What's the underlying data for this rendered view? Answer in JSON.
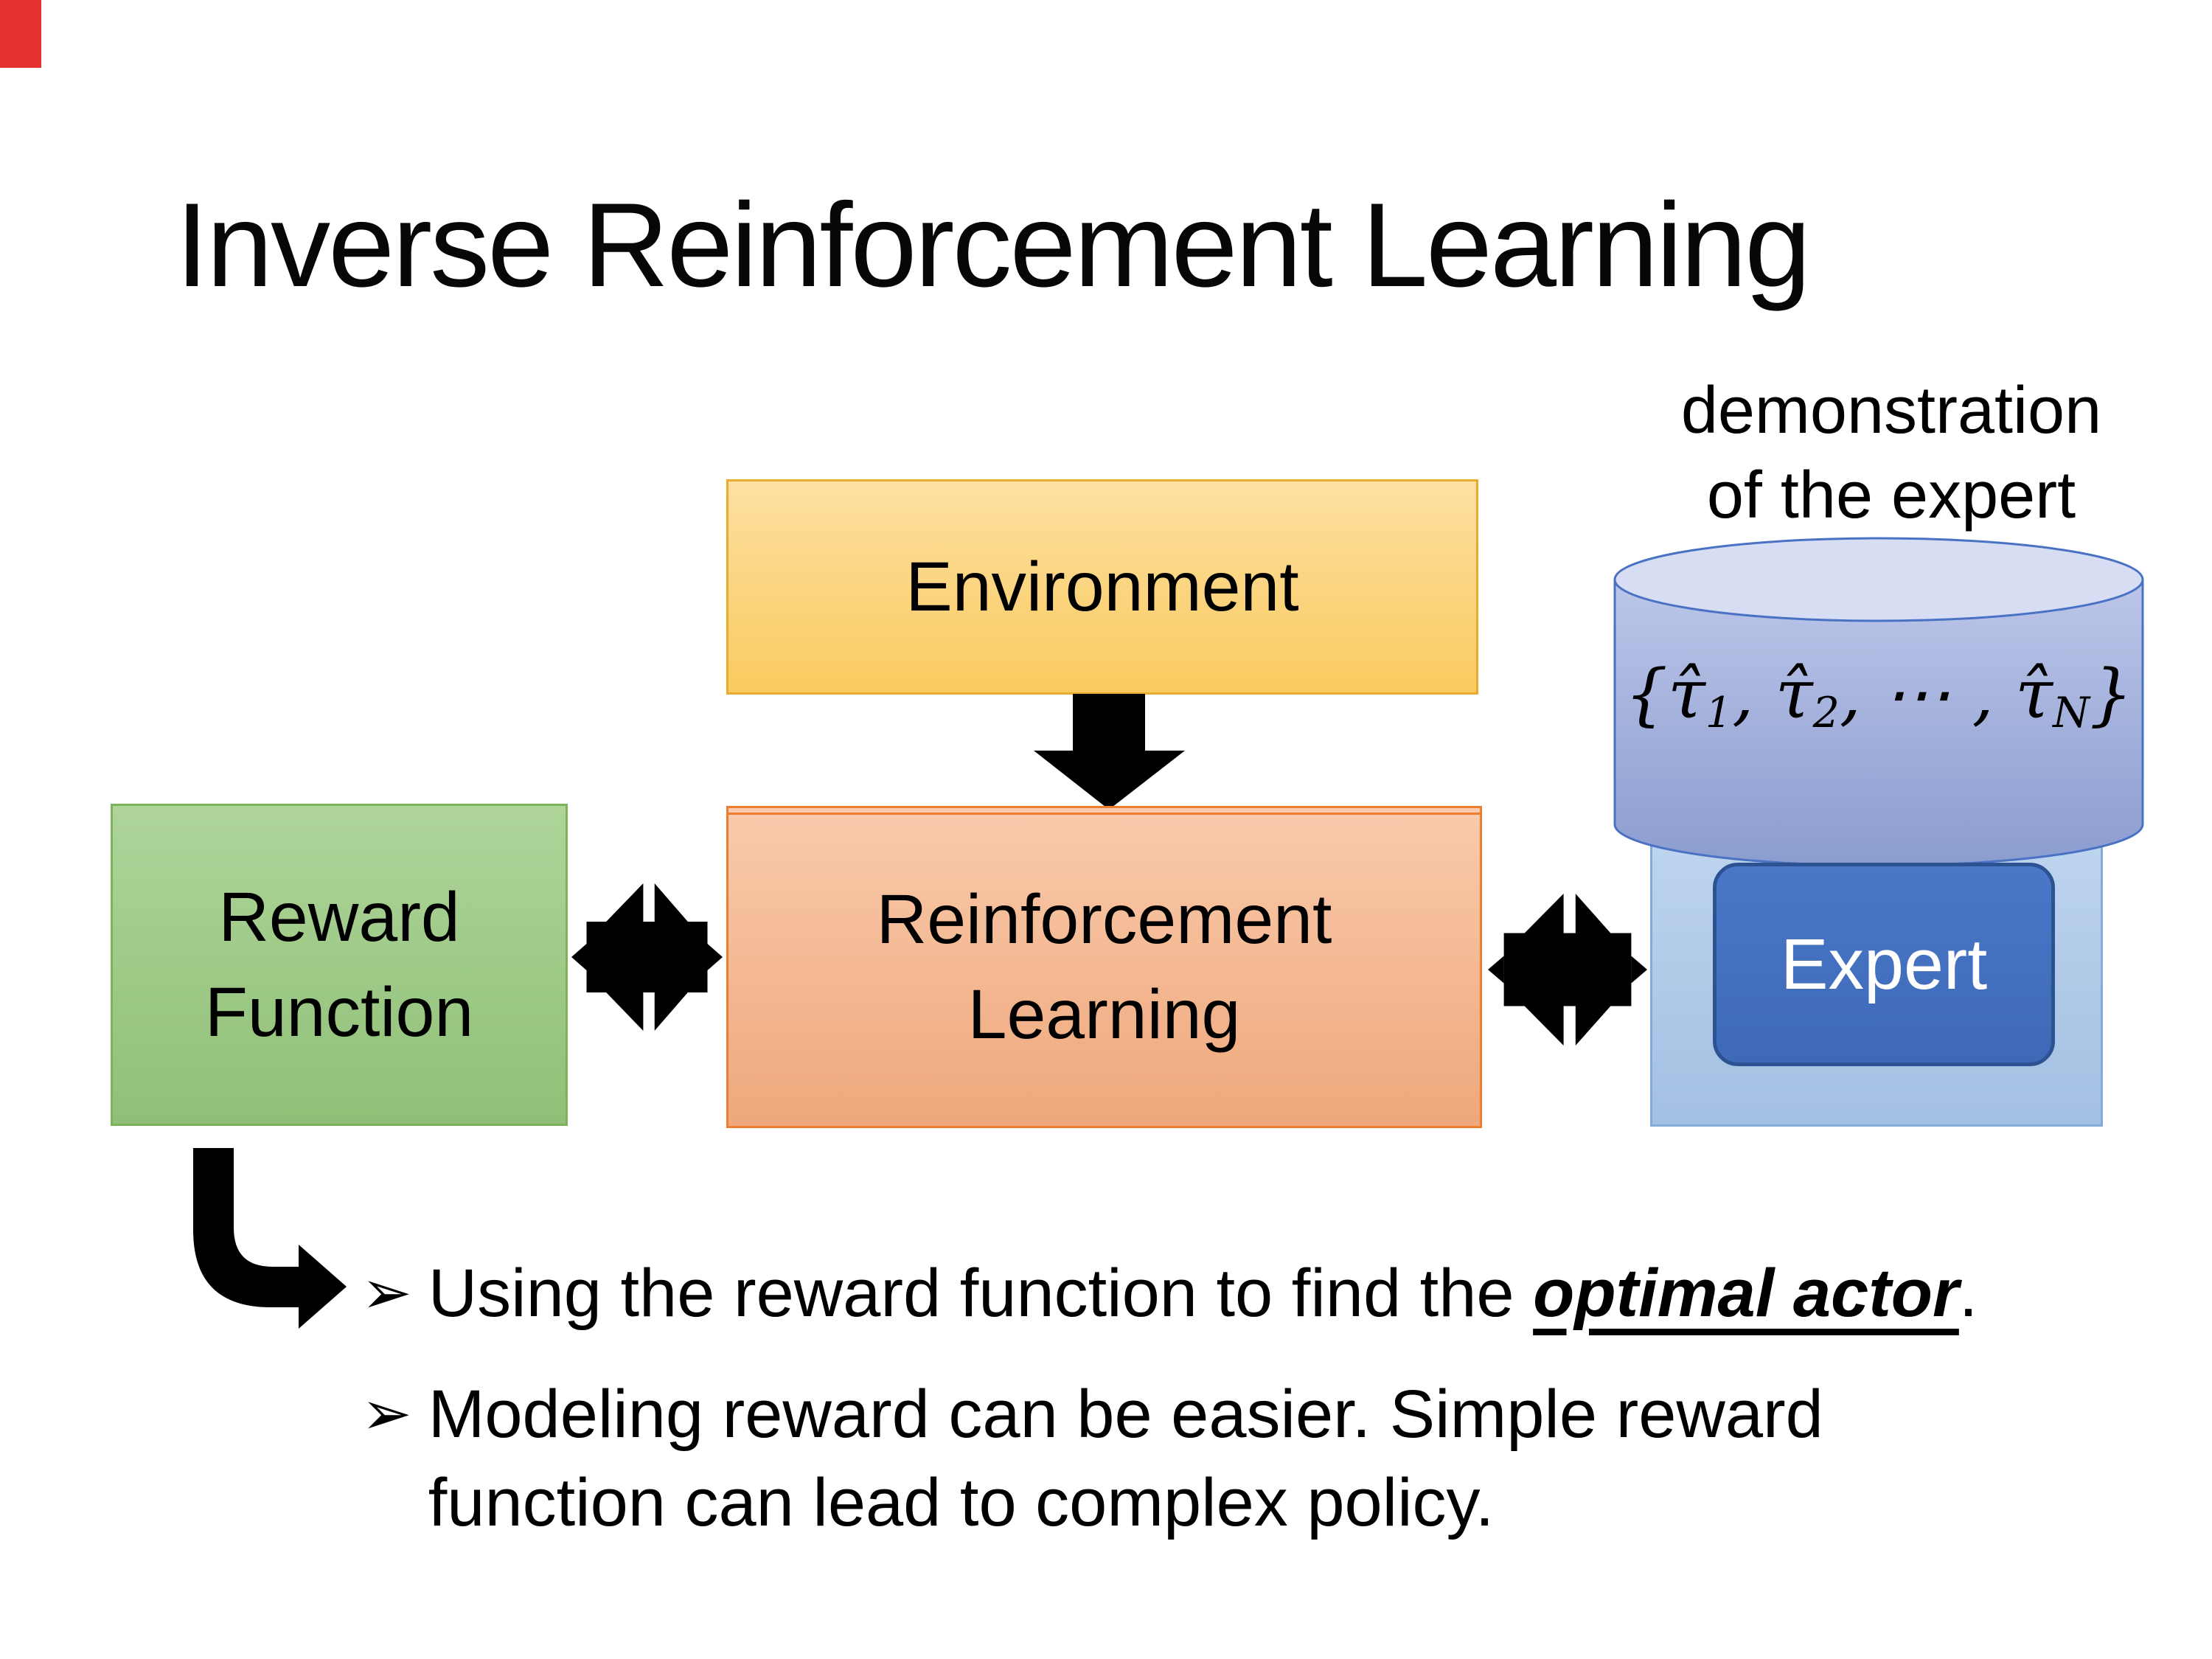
{
  "slide": {
    "title": "Inverse Reinforcement Learning",
    "demo_label": {
      "line1": "demonstration",
      "line2": "of the expert"
    },
    "boxes": {
      "environment": "Environment",
      "reward": {
        "line1": "Reward",
        "line2": "Function"
      },
      "rl": {
        "line1": "Reinforcement",
        "line2": "Learning"
      },
      "expert": "Expert"
    },
    "formula": {
      "open": "{",
      "tau": "τ̂",
      "sub1": "1",
      "comma1": ", ",
      "sub2": "2",
      "dots": ", ⋯ , ",
      "subN": "N",
      "close": "}"
    },
    "bullets": {
      "marker": "➢",
      "b1": {
        "before": "Using the reward function to find the ",
        "em": "optimal actor",
        "after": "."
      },
      "b2": {
        "line1": "Modeling reward can be easier. Simple reward",
        "line2": "function can lead to complex policy."
      }
    },
    "colors": {
      "environment_fill": "#FACB61",
      "environment_border": "#E9AB2E",
      "reward_fill": "#9FC985",
      "reward_border": "#7CB25A",
      "rl_fill": "#F4B894",
      "rl_border": "#ED7D31",
      "expert_container_fill": "#B1CBE8",
      "expert_button_fill": "#4470C1",
      "expert_button_border": "#2C5291",
      "cylinder_fill": "#A2AFDB",
      "cylinder_border": "#4A72C4",
      "arrow_color": "#000000",
      "corner_marker": "#E5322E"
    }
  }
}
